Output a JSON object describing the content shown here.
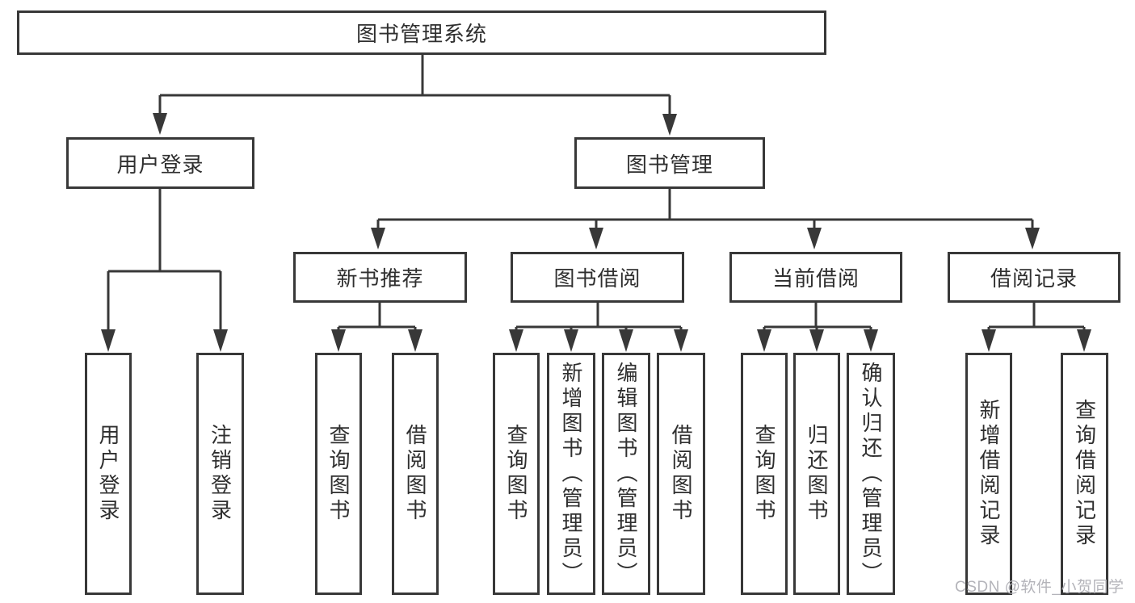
{
  "tree": {
    "label": "图书管理系统",
    "children": [
      {
        "label": "用户登录",
        "children": [
          {
            "label": "用户登录"
          },
          {
            "label": "注销登录"
          }
        ]
      },
      {
        "label": "图书管理",
        "children": [
          {
            "label": "新书推荐",
            "children": [
              {
                "label": "查询图书"
              },
              {
                "label": "借阅图书"
              }
            ]
          },
          {
            "label": "图书借阅",
            "children": [
              {
                "label": "查询图书"
              },
              {
                "label": "新增图书（管理员）"
              },
              {
                "label": "编辑图书（管理员）"
              },
              {
                "label": "借阅图书"
              }
            ]
          },
          {
            "label": "当前借阅",
            "children": [
              {
                "label": "查询图书"
              },
              {
                "label": "归还图书"
              },
              {
                "label": "确认归还（管理员）"
              }
            ]
          },
          {
            "label": "借阅记录",
            "children": [
              {
                "label": "新增借阅记录"
              },
              {
                "label": "查询借阅记录"
              }
            ]
          }
        ]
      }
    ]
  },
  "watermark": {
    "text": "CSDN @软件_小贺同学"
  },
  "colors": {
    "line": "#383838",
    "text": "#2f2f2f",
    "watermark": "#b0b0b6",
    "background": "#ffffff"
  }
}
